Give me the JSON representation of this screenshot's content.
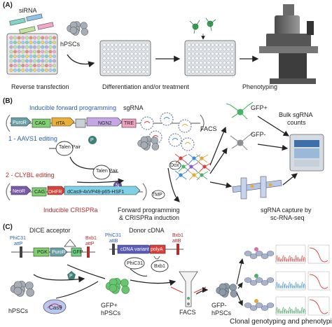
{
  "panelA": {
    "label": "(A)",
    "sirna": "siRNA",
    "hpscs": "hPSCs",
    "step1": "Reverse transfection",
    "step2": "Differentiation and/or treatment",
    "step3": "Phenotyping"
  },
  "panelB": {
    "label": "(B)",
    "fwdTitle": "Inducible forward programming",
    "puroR": "PuroR",
    "cag": "CAG",
    "rtta": "rtTA",
    "ngn2": "NGN2",
    "tre": "TRE",
    "aavs1": "1 - AAVS1 editing",
    "talen": "Talen Pair",
    "p": "P",
    "n": "N",
    "clybl": "2 - CLYBL editing",
    "neoR": "NeoR",
    "dhfr": "DHFR",
    "dcas9": "dCas9-4xVP48-p65-HSF1",
    "crispraTitle": "Inducible CRISPRa",
    "sgrna": "sgRNA",
    "dox": "Dox",
    "tmp": "TMP",
    "facs": "FACS",
    "gfpPos": "GFP+",
    "gfpNeg": "GFP-",
    "bulk1": "Bulk sgRNA",
    "bulk2": "counts",
    "induction1": "Forward programming",
    "induction2": "& CRISPRa induction",
    "capture1": "sgRNA capture by",
    "capture2": "sc-RNA-seq"
  },
  "panelC": {
    "label": "(C)",
    "dice": "DICE acceptor",
    "donor": "Donor cDNA",
    "phic31": "PhiC31",
    "attP": "attP",
    "attB": "attB",
    "bxb1": "Bxb1",
    "pgk": "PGK",
    "puroR": "PuroR",
    "gfp": "GFP",
    "cdna": "cDNA variant",
    "polyA": "polyA",
    "p": "P",
    "hpscs": "hPSCs",
    "cas9": "Cas9",
    "gfpPos": "GFP+",
    "gfpNeg": "GFP-",
    "facs": "FACS",
    "clonal": "Clonal genotyping and phenotyping"
  },
  "colors": {
    "blueText": "#2b5fb4",
    "redText": "#b32a2a",
    "gfpGreen": "#4bb26a"
  }
}
